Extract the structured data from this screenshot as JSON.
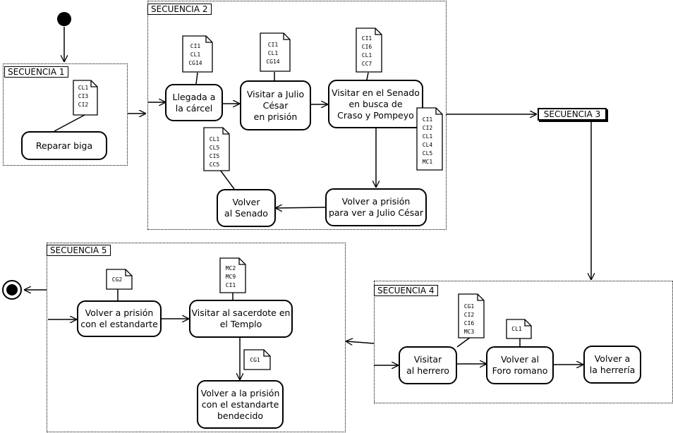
{
  "sequences": {
    "s1": "SECUENCIA 1",
    "s2": "SECUENCIA 2",
    "s3": "SECUENCIA 3",
    "s4": "SECUENCIA 4",
    "s5": "SECUENCIA 5"
  },
  "activities": {
    "reparar_biga": "Reparar biga",
    "llegada_carcel": "Llegada a\nla cárcel",
    "visitar_julio": "Visitar a Julio\nCésar\nen prisión",
    "visitar_senado": "Visitar en el Senado\nen busca de\nCraso y Pompeyo",
    "volver_prision_jc": "Volver a prisión\npara ver a Julio César",
    "volver_senado": "Volver\nal Senado",
    "visitar_herrero": "Visitar\nal herrero",
    "volver_foro": "Volver al\nForo romano",
    "volver_herreria": "Volver a\nla herrería",
    "volver_prision_estandarte": "Volver a prisión\ncon el estandarte",
    "visitar_sacerdote": "Visitar al sacerdote en\nel Templo",
    "volver_prision_bendecido": "Volver a la prisión\ncon el estandarte\nbendecido"
  },
  "notes": {
    "n1": "CL1\nCI3\nCI2",
    "n2": "CI1\nCL1\nCG14",
    "n3": "CI1\nCL1\nCG14",
    "n4": "CI1\nCI6\nCL1\nCC7",
    "n5": "CI1\nCI2\nCL1\nCL4\nCL5\nMC1",
    "n6": "CL1\nCL5\nCI5\nCC5",
    "n7": "CG1\nCI2\nCI6\nMC3",
    "n8": "CL1",
    "n9": "CG2",
    "n10": "MC2\nMC9\nCI1",
    "n11": "CG1"
  }
}
